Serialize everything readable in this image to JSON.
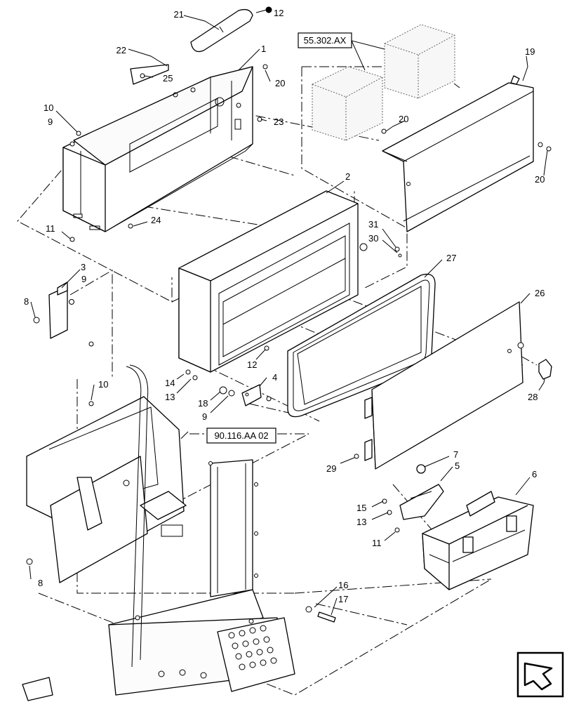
{
  "callouts": {
    "c21": "21",
    "c12a": "12",
    "c22": "22",
    "c1": "1",
    "c25": "25",
    "c20a": "20",
    "c10a": "10",
    "c9a": "9",
    "c23": "23",
    "c11a": "11",
    "c24": "24",
    "c2": "2",
    "c19": "19",
    "c20b": "20",
    "c20c": "20",
    "c31": "31",
    "c30": "30",
    "c27": "27",
    "c3": "3",
    "c9b": "9",
    "c8a": "8",
    "c12b": "12",
    "c26": "26",
    "c14": "14",
    "c13a": "13",
    "c4": "4",
    "c18": "18",
    "c9c": "9",
    "c10b": "10",
    "c28": "28",
    "c7": "7",
    "c5": "5",
    "c6": "6",
    "c29": "29",
    "c15": "15",
    "c13b": "13",
    "c11b": "11",
    "c8b": "8",
    "c16": "16",
    "c17": "17"
  },
  "references": {
    "batteries": "55.302.AX",
    "platform": "90.116.AA 02"
  },
  "navigation": {
    "icon": "previous-view-arrow-icon"
  }
}
